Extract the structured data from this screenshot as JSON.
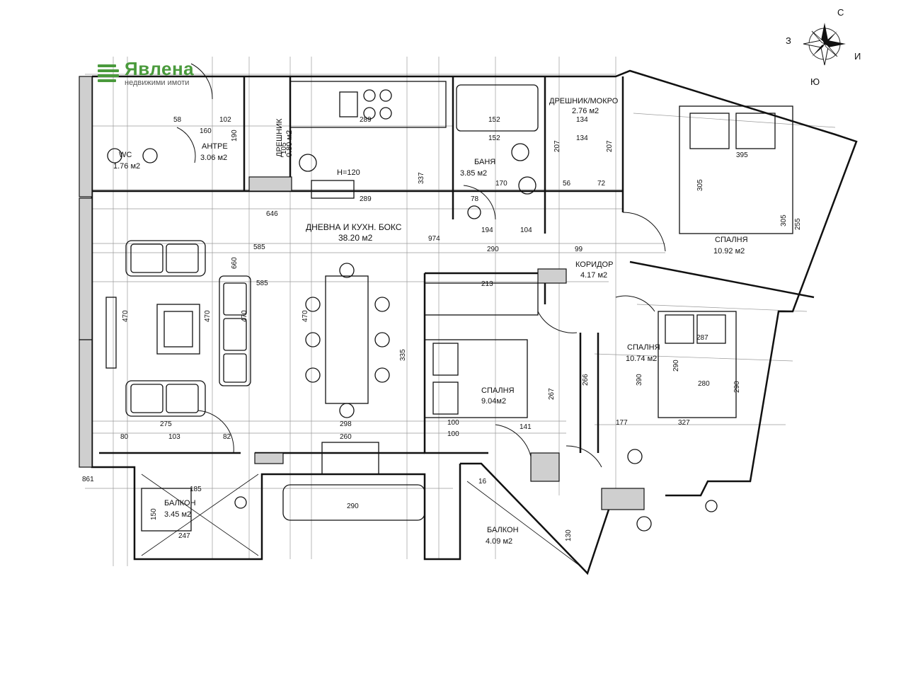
{
  "logo": {
    "name": "Явлена",
    "subtitle": "недвижими имоти",
    "color": "#4a9a3c"
  },
  "compass": {
    "n": "С",
    "s": "Ю",
    "e": "И",
    "w": "З",
    "icon": "compass-rose-icon"
  },
  "rooms": {
    "wc": {
      "name": "WC",
      "area": "1.76 м2"
    },
    "antre": {
      "name": "АНТРЕ",
      "area": "3.06 м2"
    },
    "dreshnik1": {
      "name": "ДРЕШНИК",
      "area": "0.80 м2"
    },
    "living": {
      "name": "ДНЕВНА И КУХН. БОКС",
      "area": "38.20 м2"
    },
    "kitchen_height": "H=120",
    "bath": {
      "name": "БАНЯ",
      "area": "3.85 м2"
    },
    "dreshnik2": {
      "name": "ДРЕШНИК/МОКРО",
      "area": "2.76 м2"
    },
    "bed1": {
      "name": "СПАЛНЯ",
      "area": "10.92 м2"
    },
    "corridor": {
      "name": "КОРИДОР",
      "area": "4.17 м2"
    },
    "bed2": {
      "name": "СПАЛНЯ",
      "area": "10.74 м2"
    },
    "bed3": {
      "name": "СПАЛНЯ",
      "area": "9.04м2"
    },
    "balcony1": {
      "name": "БАЛКОН",
      "area": "3.45 м2"
    },
    "balcony2": {
      "name": "БАЛКОН",
      "area": "4.09 м2"
    }
  },
  "dimensions": {
    "d289": "289",
    "d289b": "289",
    "d152": "152",
    "d152b": "152",
    "d134": "134",
    "d134b": "134",
    "d646": "646",
    "d974": "974",
    "d585": "585",
    "d585b": "585",
    "d290": "290",
    "d99": "99",
    "d470": "470",
    "d470b": "470",
    "d470c": "470",
    "d470d": "470",
    "d660": "660",
    "d275": "275",
    "d80": "80",
    "d103": "103",
    "d82": "82",
    "d260": "260",
    "d298": "298",
    "d335": "335",
    "d213": "213",
    "d100": "100",
    "d100b": "100",
    "d141": "141",
    "d267": "267",
    "d266": "266",
    "d390": "390",
    "d280": "280",
    "d287": "287",
    "d177": "177",
    "d327": "327",
    "d395": "395",
    "d305": "305",
    "d305b": "305",
    "d255": "255",
    "d290c": "290",
    "d290d": "290",
    "d185": "185",
    "d247": "247",
    "d150": "150",
    "d290e": "290",
    "d130": "130",
    "d72": "72",
    "d56": "56",
    "d194": "194",
    "d104": "104",
    "d170": "170",
    "d58": "58",
    "d102": "102",
    "d160": "160",
    "d190": "190",
    "d105": "105",
    "d207": "207",
    "d207b": "207",
    "d337": "337",
    "d78": "78",
    "d16": "16",
    "d861": "861"
  }
}
